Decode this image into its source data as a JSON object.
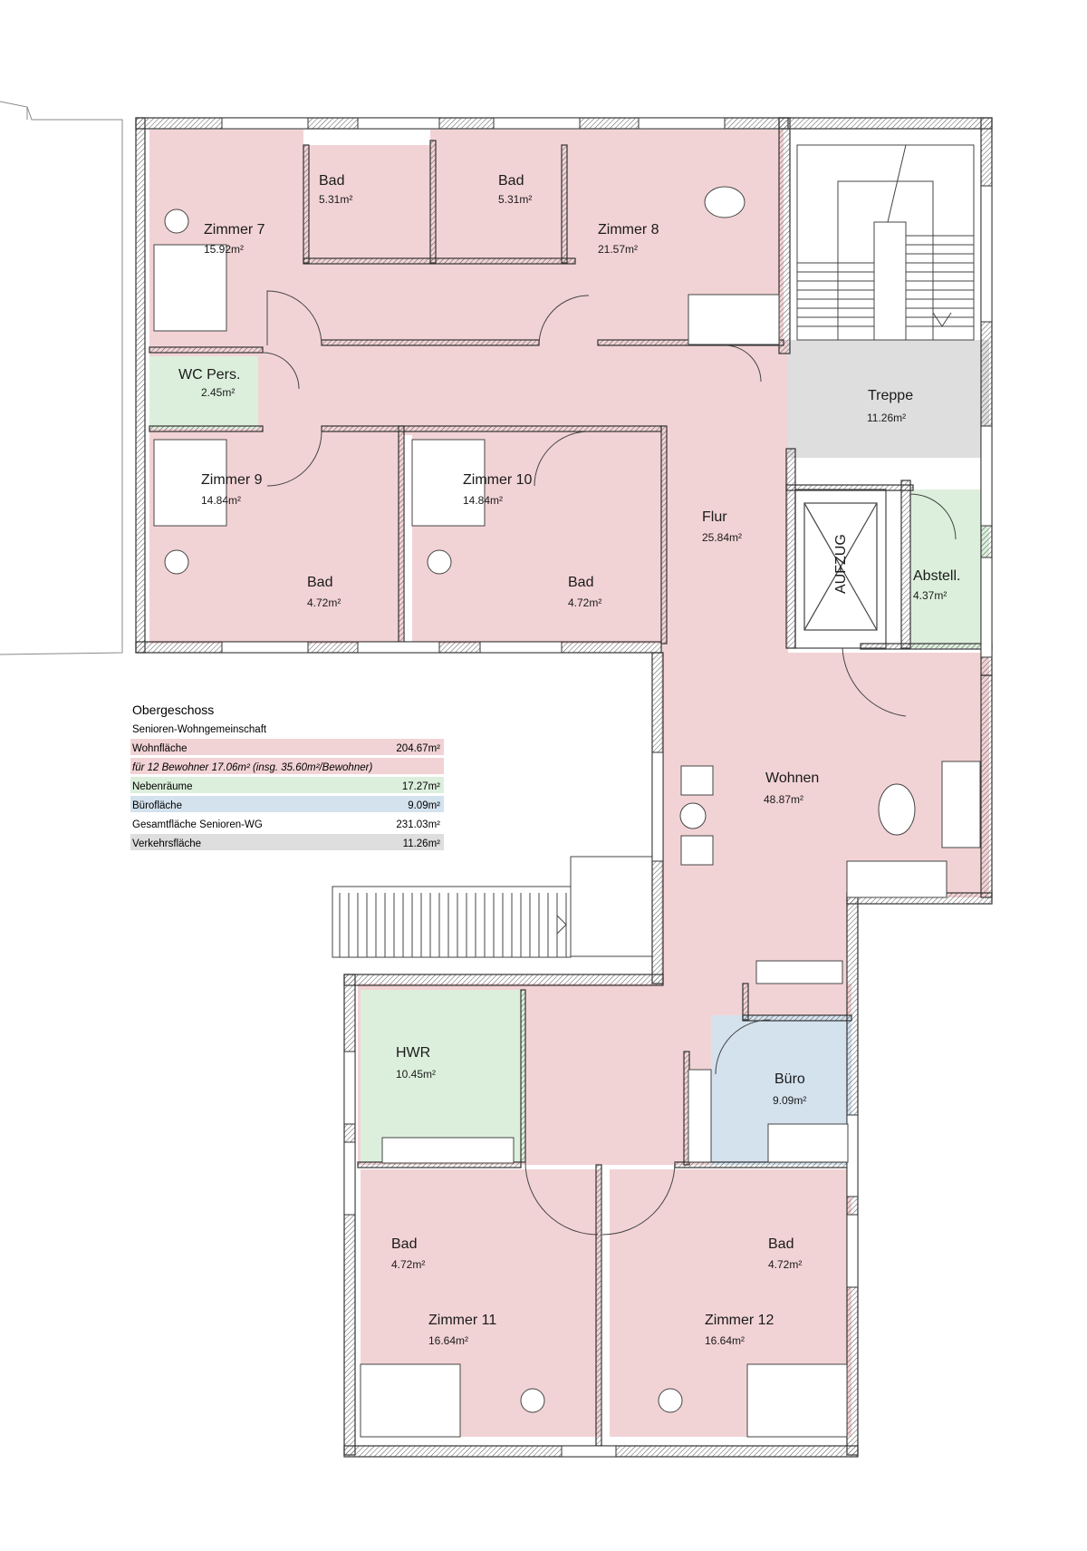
{
  "legend": {
    "title": "Obergeschoss",
    "subtitle": "Senioren-Wohngemeinschaft",
    "rows": [
      {
        "label": "Wohnfläche",
        "value": "204.67m²",
        "color": "#f2d3d5",
        "italic": false
      },
      {
        "label": "für 12 Bewohner 17.06m² (insg. 35.60m²/Bewohner)",
        "value": "",
        "color": "#f2d3d5",
        "italic": true
      },
      {
        "label": "Nebenräume",
        "value": "17.27m²",
        "color": "#dcefdc",
        "italic": false
      },
      {
        "label": "Bürofläche",
        "value": "9.09m²",
        "color": "#d4e2ee",
        "italic": false
      },
      {
        "label": "Gesamtfläche Senioren-WG",
        "value": "231.03m²",
        "color": "#ffffff",
        "italic": false
      },
      {
        "label": "Verkehrsfläche",
        "value": "11.26m²",
        "color": "#dedede",
        "italic": false
      }
    ]
  },
  "rooms": [
    {
      "id": "zimmer-7",
      "name": "Zimmer 7",
      "area": "15.92m²"
    },
    {
      "id": "bad-7",
      "name": "Bad",
      "area": "5.31m²"
    },
    {
      "id": "bad-8",
      "name": "Bad",
      "area": "5.31m²"
    },
    {
      "id": "zimmer-8",
      "name": "Zimmer 8",
      "area": "21.57m²"
    },
    {
      "id": "wc-pers",
      "name": "WC Pers.",
      "area": "2.45m²"
    },
    {
      "id": "treppe",
      "name": "Treppe",
      "area": "11.26m²"
    },
    {
      "id": "zimmer-9",
      "name": "Zimmer 9",
      "area": "14.84m²"
    },
    {
      "id": "zimmer-10",
      "name": "Zimmer 10",
      "area": "14.84m²"
    },
    {
      "id": "flur",
      "name": "Flur",
      "area": "25.84m²"
    },
    {
      "id": "bad-9",
      "name": "Bad",
      "area": "4.72m²"
    },
    {
      "id": "bad-10",
      "name": "Bad",
      "area": "4.72m²"
    },
    {
      "id": "aufzug",
      "name": "AUFZUG",
      "area": ""
    },
    {
      "id": "abstell",
      "name": "Abstell.",
      "area": "4.37m²"
    },
    {
      "id": "wohnen",
      "name": "Wohnen",
      "area": "48.87m²"
    },
    {
      "id": "hwr",
      "name": "HWR",
      "area": "10.45m²"
    },
    {
      "id": "buero",
      "name": "Büro",
      "area": "9.09m²"
    },
    {
      "id": "bad-11",
      "name": "Bad",
      "area": "4.72m²"
    },
    {
      "id": "bad-12",
      "name": "Bad",
      "area": "4.72m²"
    },
    {
      "id": "zimmer-11",
      "name": "Zimmer 11",
      "area": "16.64m²"
    },
    {
      "id": "zimmer-12",
      "name": "Zimmer 12",
      "area": "16.64m²"
    }
  ],
  "colors": {
    "wohn": "#f2d3d5",
    "neben": "#dcefdc",
    "buero": "#d4e2ee",
    "verkehr": "#dedede",
    "wall": "#3a3a3a",
    "wall_fill": "#ffffff"
  }
}
